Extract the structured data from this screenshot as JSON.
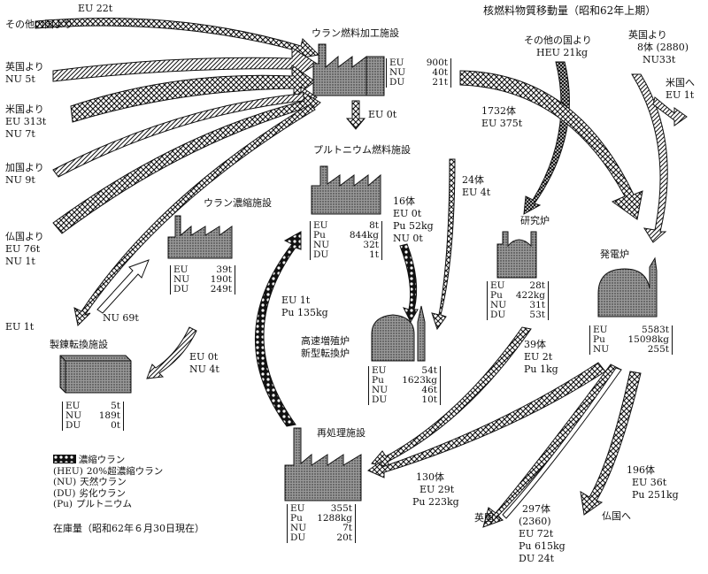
{
  "title": "核燃料物質移動量（昭和62年上期）",
  "facilities": {
    "fuel_fab": {
      "name": "ウラン燃料加工施設",
      "rows": [
        [
          "EU",
          "900t"
        ],
        [
          "NU",
          "40t"
        ],
        [
          "DU",
          "21t"
        ]
      ]
    },
    "pu_fuel": {
      "name": "プルトニウム燃料施設",
      "rows": [
        [
          "EU",
          "8t"
        ],
        [
          "Pu",
          "844kg"
        ],
        [
          "NU",
          "32t"
        ],
        [
          "DU",
          "1t"
        ]
      ]
    },
    "enrich": {
      "name": "ウラン濃縮施設",
      "rows": [
        [
          "EU",
          "39t"
        ],
        [
          "NU",
          "190t"
        ],
        [
          "DU",
          "249t"
        ]
      ]
    },
    "refine": {
      "name": "製錬転換施設",
      "rows": [
        [
          "EU",
          "5t"
        ],
        [
          "NU",
          "189t"
        ],
        [
          "DU",
          "0t"
        ]
      ]
    },
    "fbr": {
      "name1": "高速増殖炉",
      "name2": "新型転換炉",
      "rows": [
        [
          "EU",
          "54t"
        ],
        [
          "Pu",
          "1623kg"
        ],
        [
          "NU",
          "46t"
        ],
        [
          "DU",
          "10t"
        ]
      ]
    },
    "research": {
      "name": "研究炉",
      "rows": [
        [
          "EU",
          "28t"
        ],
        [
          "Pu",
          "422kg"
        ],
        [
          "NU",
          "31t"
        ],
        [
          "DU",
          "53t"
        ]
      ]
    },
    "power": {
      "name": "発電炉",
      "rows": [
        [
          "EU",
          "5583t"
        ],
        [
          "Pu",
          "15098kg"
        ],
        [
          "NU",
          "255t"
        ]
      ]
    },
    "reproc": {
      "name": "再処理施設",
      "rows": [
        [
          "EU",
          "355t"
        ],
        [
          "Pu",
          "1288kg"
        ],
        [
          "NU",
          "7t"
        ],
        [
          "DU",
          "20t"
        ]
      ]
    }
  },
  "flows": {
    "eu22": "EU 22t",
    "other_country": "その他の国より",
    "uk_from": "英国より",
    "uk_nu": "NU 5t",
    "us_from": "米国より",
    "us_eu": "EU 313t",
    "us_nu": "NU 7t",
    "ca_from": "加国より",
    "ca_nu": "NU 9t",
    "fr_from": "仏国より",
    "fr_eu": "EU 76t",
    "fr_nu": "NU 1t",
    "fab_to_pu": "EU 0t",
    "other_heu_1": "その他の国より",
    "other_heu_2": "HEU 21kg",
    "uk_from2": "英国より",
    "uk_count": "8体 (2880)",
    "uk_nu2": "NU33t",
    "to_us": "米国へ",
    "to_us_eu": "EU 1t",
    "f1732a": "1732体",
    "f1732b": "EU 375t",
    "f24a": "24体",
    "f24b": "EU 4t",
    "f16a": "16体",
    "f16b": "EU 0t",
    "f16c": "Pu 52kg",
    "f16d": "NU 0t",
    "eu1_left": "EU 1t",
    "nu69": "NU 69t",
    "repro_to_pu_a": "EU 1t",
    "repro_to_pu_b": "Pu 135kg",
    "enr_to_ref_a": "EU 0t",
    "enr_to_ref_b": "NU 4t",
    "f39a": "39体",
    "f39b": "EU 2t",
    "f39c": "Pu 1kg",
    "f130a": "130体",
    "f130b": "EU 29t",
    "f130c": "Pu 223kg",
    "f196a": "196体",
    "f196b": "EU 36t",
    "f196c": "Pu 251kg",
    "to_uk": "英国へ",
    "f297a": "297体",
    "f297b": "(2360)",
    "f297c": "EU 72t",
    "f297d": "Pu 615kg",
    "f297e": "DU 24t",
    "to_fr": "仏国へ"
  },
  "legend": [
    {
      "code": "(EU)",
      "label": "濃縮ウラン",
      "pattern": "cross"
    },
    {
      "code": "(HEU)",
      "label": "20%超濃縮ウラン",
      "pattern": "dense"
    },
    {
      "code": "(NU)",
      "label": "天然ウラン",
      "pattern": "diag"
    },
    {
      "code": "(DU)",
      "label": "劣化ウラン",
      "pattern": "white"
    },
    {
      "code": "(Pu)",
      "label": "プルトニウム",
      "pattern": "dots"
    }
  ],
  "stock_note": "在庫量（昭和62年６月30日現在）"
}
